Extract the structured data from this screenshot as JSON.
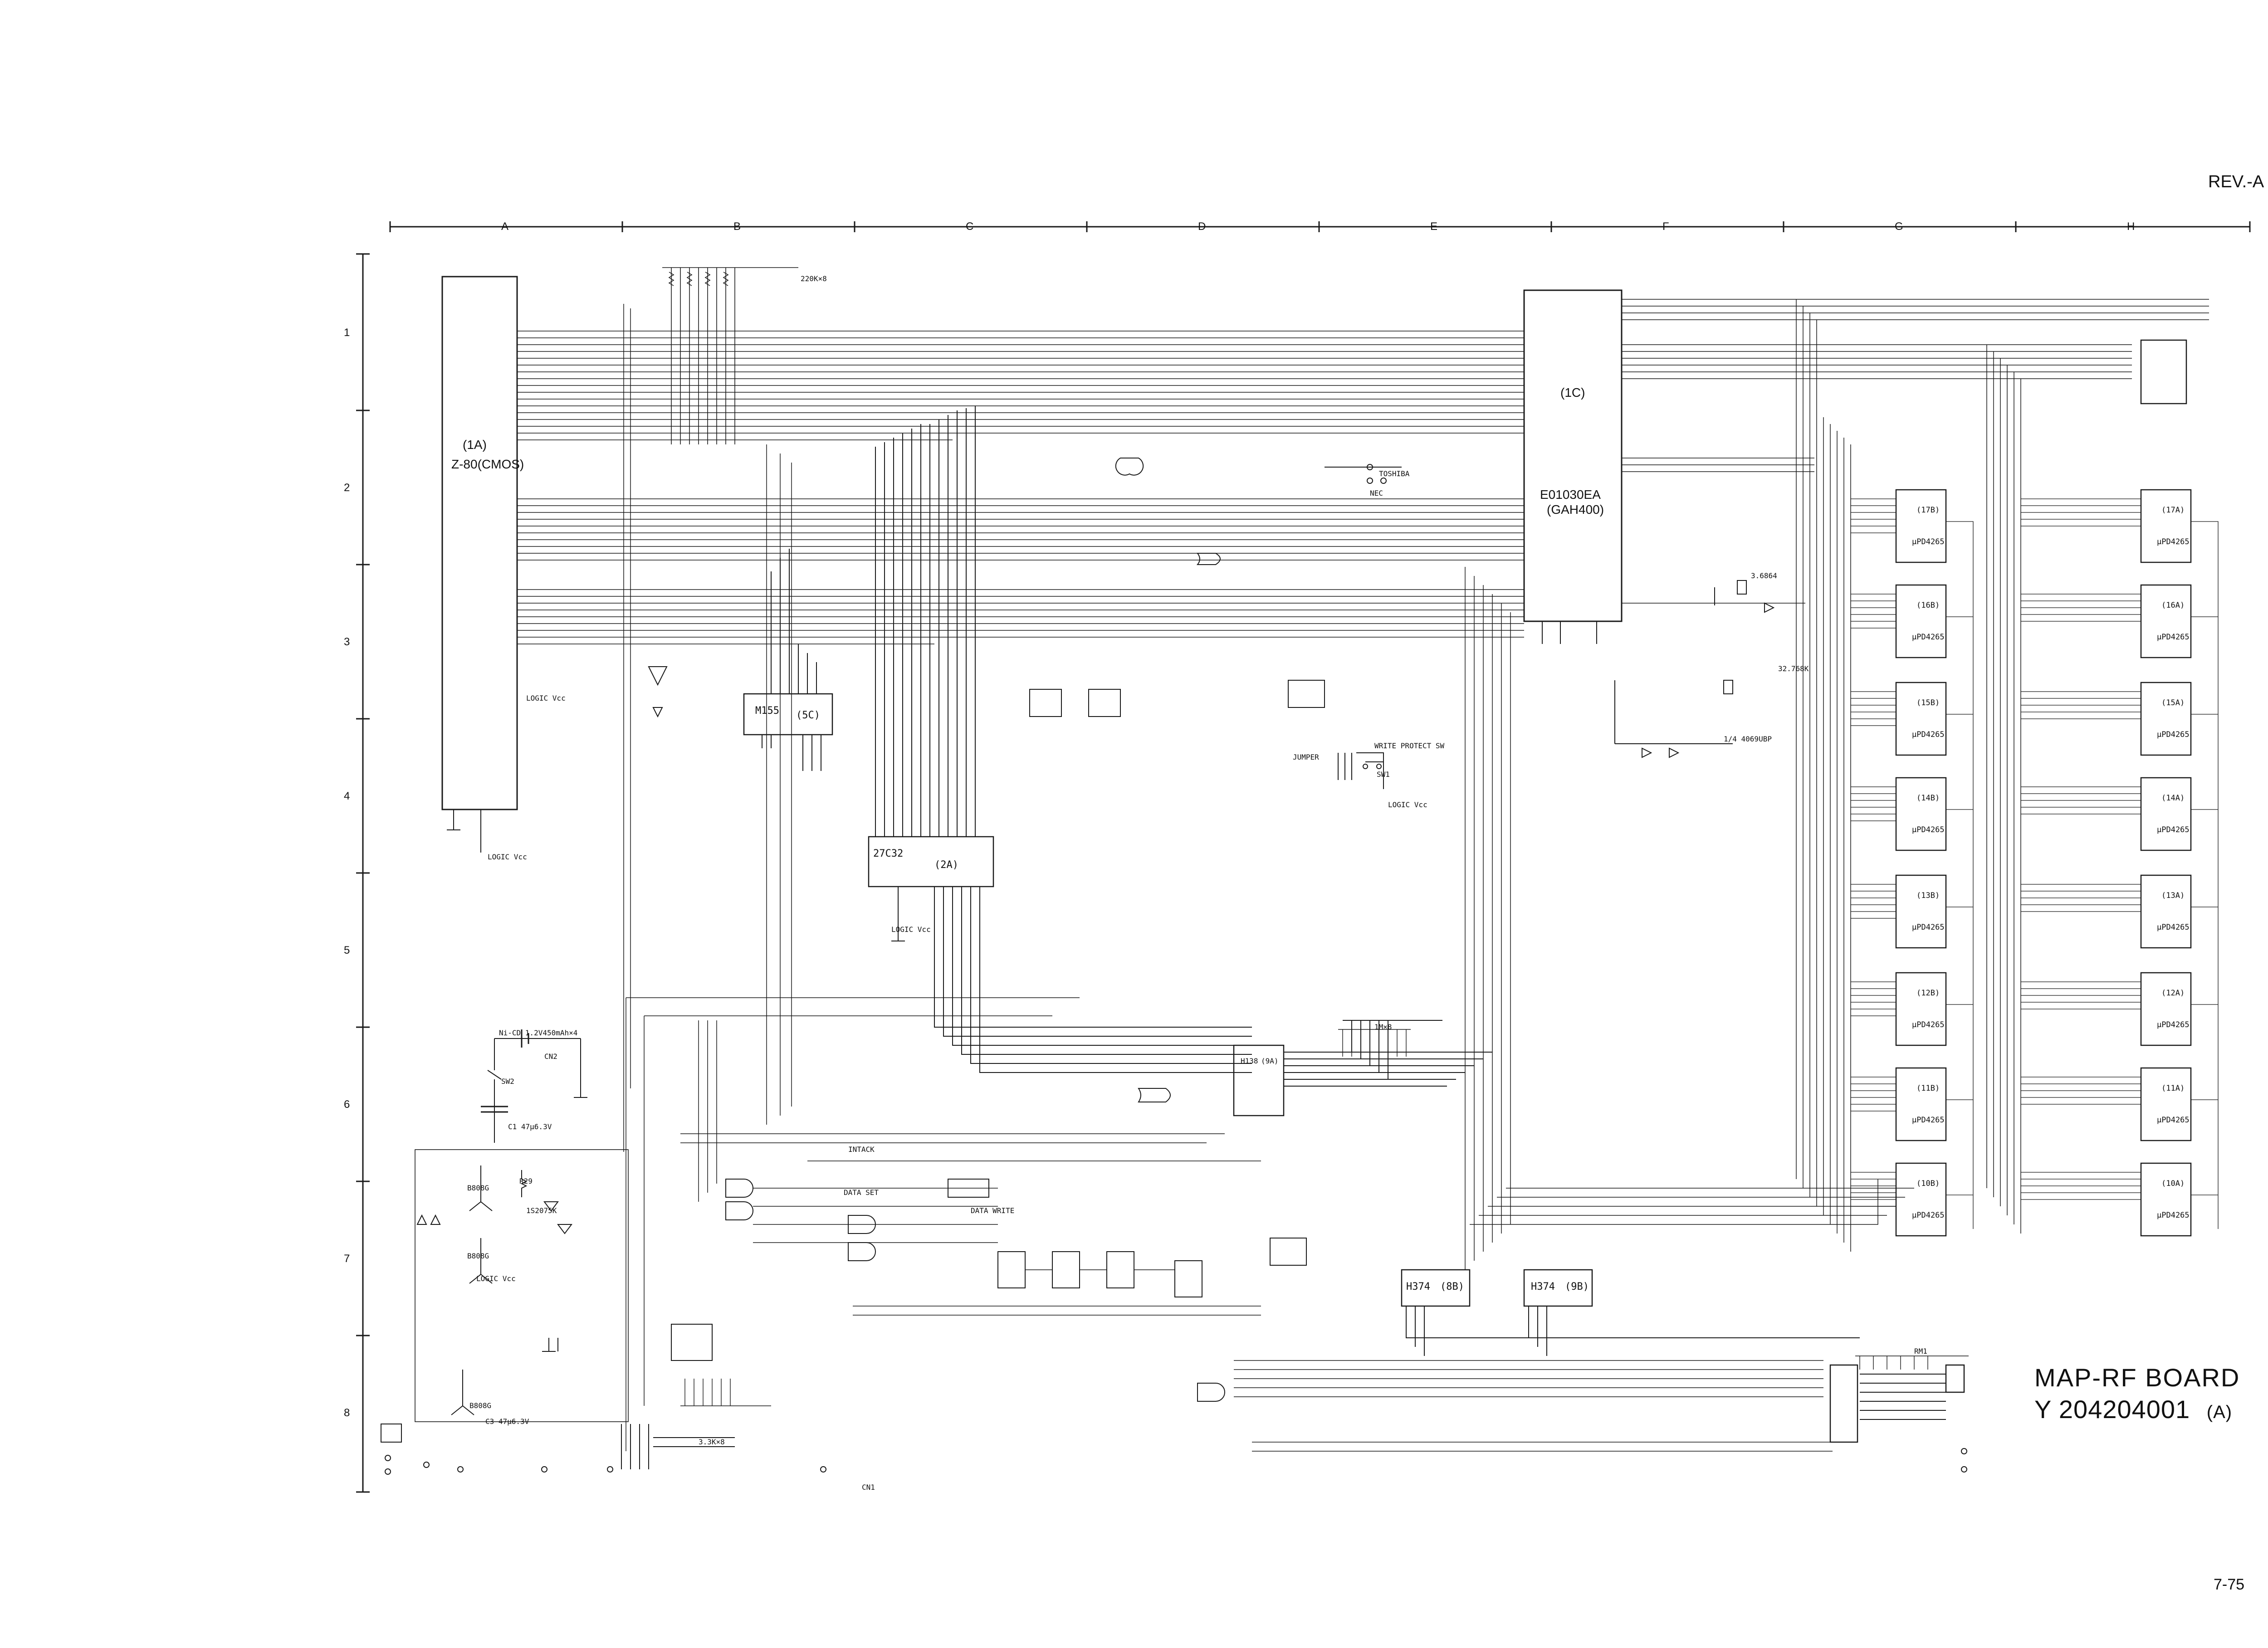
{
  "revision": "REV.-A",
  "page_number": "7-75",
  "board": {
    "name": "MAP-RF   BOARD",
    "part_number": "Y 204204001",
    "suffix": "(A)"
  },
  "grid": {
    "columns": [
      "A",
      "B",
      "C",
      "D",
      "E",
      "F",
      "G",
      "H"
    ],
    "rows": [
      "1",
      "2",
      "3",
      "4",
      "5",
      "6",
      "7",
      "8"
    ]
  },
  "ics": {
    "cpu": {
      "ref": "(1A)",
      "name": "Z-80(CMOS)"
    },
    "gate_array": {
      "ref": "(1C)",
      "name": "E01030EA",
      "alt": "(GAH400)"
    },
    "rom": {
      "ref": "(2A)",
      "name": "27C32"
    },
    "pio": {
      "ref": "(5C)",
      "name": "M155"
    },
    "latch_8b": {
      "ref": "(8B)",
      "name": "H374"
    },
    "latch_9b": {
      "ref": "(9B)",
      "name": "H374"
    },
    "decoder": {
      "ref": "(9A)",
      "name": "H138"
    }
  },
  "ram_left": {
    "part": "µPD4265",
    "refs": [
      "(17B)",
      "(16B)",
      "(15B)",
      "(14B)",
      "(13B)",
      "(12B)",
      "(11B)",
      "(10B)"
    ]
  },
  "ram_right": {
    "part": "µPD4265",
    "refs": [
      "(17A)",
      "(16A)",
      "(15A)",
      "(14A)",
      "(13A)",
      "(12A)",
      "(11A)",
      "(10A)"
    ]
  },
  "labels": {
    "battery": "Ni-CD  1.2V450mAh×4",
    "cn2": "CN2",
    "cn1": "CN1",
    "sw2": "SW2",
    "sw1": "SW1",
    "write_protect": "WRITE PROTECT SW",
    "logic_vcc": "LOGIC Vcc",
    "toshiba": "TOSHIBA",
    "nec": "NEC",
    "jumper": "JUMPER",
    "rn_top": "220K×8",
    "rn_mid": "1M×8",
    "c1": "C1 47µ6.3V",
    "c3": "C3 47µ6.3V",
    "q1": "B808G",
    "q2": "B808G",
    "q3": "B808G",
    "d7": "1S2075K",
    "data_set": "DATA SET",
    "data_write": "DATA WRITE",
    "intack": "INTACK",
    "rnm": "3.3K×8",
    "xtal1": "3.6864",
    "xtal2": "32.768K",
    "r29": "R29",
    "rm1": "RM1",
    "ic_4069": "1/4 4069UBP"
  }
}
